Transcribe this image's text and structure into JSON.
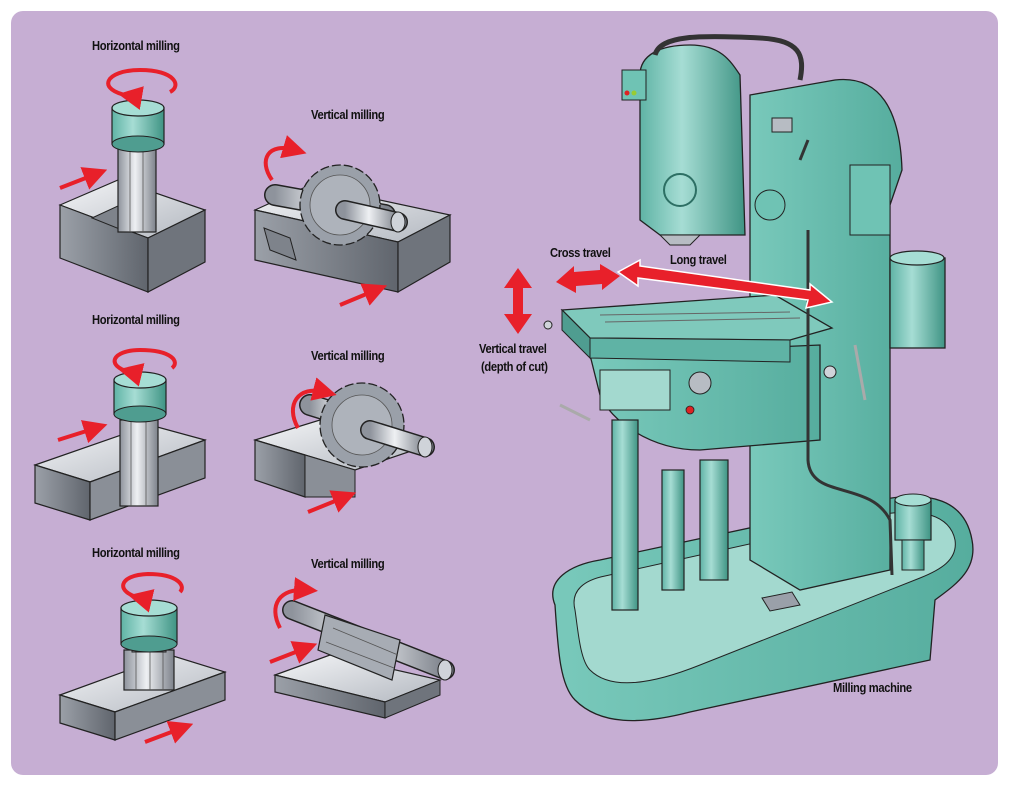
{
  "figure": {
    "background_color": "#c6aed3",
    "machine_color": "#6fc3b4",
    "arrow_color": "#e8202a",
    "metal_color": "#b9bec6"
  },
  "panels": [
    {
      "label": "Horizontal milling",
      "cutter": "end-mill"
    },
    {
      "label": "Vertical milling",
      "cutter": "slitting-saw"
    },
    {
      "label": "Horizontal milling",
      "cutter": "end-mill"
    },
    {
      "label": "Vertical milling",
      "cutter": "slitting-saw"
    },
    {
      "label": "Horizontal milling",
      "cutter": "shell-mill"
    },
    {
      "label": "Vertical milling",
      "cutter": "angle-cutter"
    }
  ],
  "machine": {
    "title": "Milling machine",
    "cross_travel": "Cross travel",
    "long_travel": "Long travel",
    "vertical_travel_line1": "Vertical travel",
    "vertical_travel_line2": "(depth of cut)"
  }
}
